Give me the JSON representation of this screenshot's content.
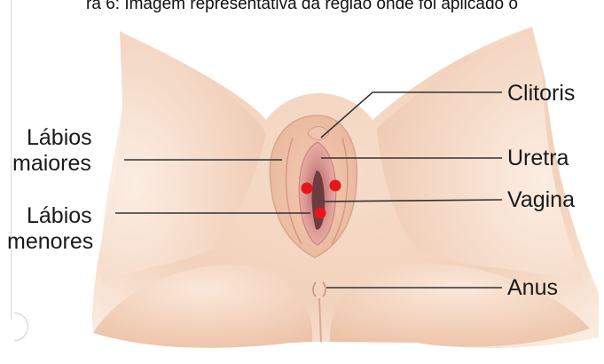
{
  "caption": "ra 6: Imagem representativa da região onde foi aplicado o",
  "labels": {
    "labios_maiores_1": "Lábios",
    "labios_maiores_2": "maiores",
    "labios_menores_1": "Lábios",
    "labios_menores_2": "menores",
    "clitoris": "Clitoris",
    "uretra": "Uretra",
    "vagina": "Vagina",
    "anus": "Anus"
  },
  "colors": {
    "skin_light": "#f8e3d3",
    "skin_mid": "#efc7ad",
    "skin_shadow": "#d9a58a",
    "inner_pink": "#e8a7a3",
    "opening_dark": "#6e3c3e",
    "marker_red": "#e8141c",
    "leader_line": "#333333"
  },
  "markers": {
    "count": 3,
    "color_name": "red dots"
  }
}
